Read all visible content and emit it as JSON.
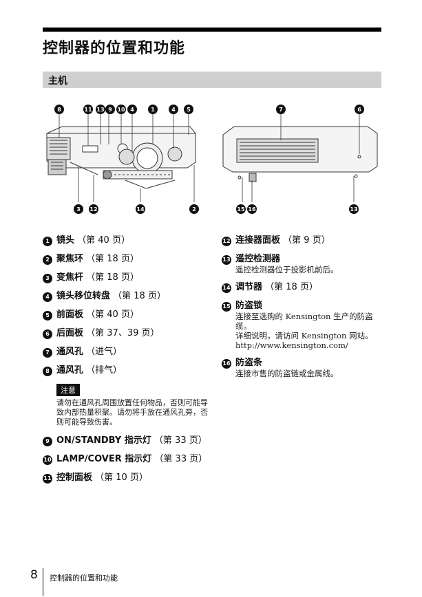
{
  "title": "控制器的位置和功能",
  "section": "主机",
  "badges": [
    "1",
    "2",
    "3",
    "4",
    "5",
    "6",
    "7",
    "8",
    "9",
    "10",
    "11",
    "12",
    "13",
    "14",
    "15",
    "16"
  ],
  "left_items": [
    {
      "n": "1",
      "label": "镜头",
      "ref": "（第 40 页）"
    },
    {
      "n": "2",
      "label": "聚焦环",
      "ref": "（第 18 页）"
    },
    {
      "n": "3",
      "label": "变焦杆",
      "ref": "（第 18 页）"
    },
    {
      "n": "4",
      "label": "镜头移位转盘",
      "ref": "（第 18 页）"
    },
    {
      "n": "5",
      "label": "前面板",
      "ref": "（第 40 页）"
    },
    {
      "n": "6",
      "label": "后面板",
      "ref": "（第 37、39 页）"
    },
    {
      "n": "7",
      "label": "通风孔",
      "ref": "（进气）"
    },
    {
      "n": "8",
      "label": "通风孔",
      "ref": "（排气）"
    }
  ],
  "note": {
    "tag": "注意",
    "text": "请勿在通风孔周围放置任何物品，否则可能导致内部热量积聚。请勿将手放在通风孔旁，否则可能导致伤害。"
  },
  "left_items_2": [
    {
      "n": "9",
      "label": "ON/STANDBY 指示灯",
      "ref": "（第 33 页）"
    },
    {
      "n": "10",
      "label": "LAMP/COVER 指示灯",
      "ref": "（第 33 页）"
    },
    {
      "n": "11",
      "label": "控制面板",
      "ref": "（第 10 页）"
    }
  ],
  "right_items": [
    {
      "n": "12",
      "label": "连接器面板",
      "ref": "（第 9 页）",
      "desc": ""
    },
    {
      "n": "13",
      "label": "遥控检测器",
      "ref": "",
      "desc": "遥控检测器位于投影机前后。"
    },
    {
      "n": "14",
      "label": "调节器",
      "ref": "（第 18 页）",
      "desc": ""
    },
    {
      "n": "15",
      "label": "防盗锁",
      "ref": "",
      "desc": "连接至选购的 Kensington 生产的防盗缆。"
    },
    {
      "n": "16",
      "label": "防盗条",
      "ref": "",
      "desc": "连接市售的防盗链或金属线。"
    }
  ],
  "item15_more": "详细说明，请访问 Kensington 网站。",
  "item15_url": "http://www.kensington.com/",
  "footer": {
    "page": "8",
    "text": "控制器的位置和功能"
  }
}
